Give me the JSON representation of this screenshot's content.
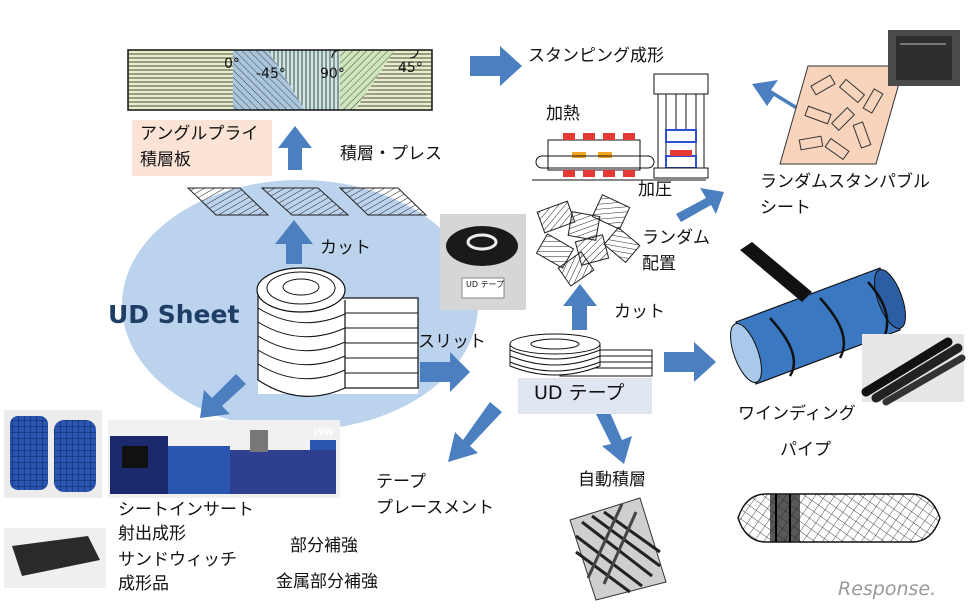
{
  "diagram": {
    "center": {
      "ud_sheet": "UD Sheet"
    },
    "angle_ply": {
      "angles": [
        "0°",
        "-45°",
        "90°",
        "45°"
      ],
      "label_line1": "アングルプライ",
      "label_line2": "積層板"
    },
    "steps": {
      "cut_1": "カット",
      "lamination_press": "積層・プレス",
      "slit": "スリット",
      "cut_2": "カット",
      "stamping": "スタンピング成形",
      "heating": "加熱",
      "pressing": "加圧",
      "random_line1": "ランダム",
      "random_line2": "配置",
      "random_stampable_line1": "ランダムスタンパブル",
      "random_stampable_line2": "シート"
    },
    "ud_tape": {
      "label": "UD テープ",
      "photo_caption": "UD テープ"
    },
    "winding": {
      "line1": "ワインディング",
      "line2": "パイプ"
    },
    "auto_lamination": "自動積層",
    "tape_placement": {
      "line1": "テープ",
      "line2": "プレースメント"
    },
    "sheet_insert": {
      "line1": "シートインサート",
      "line2": "射出成形",
      "line3": "サンドウィッチ",
      "line4": "成形品"
    },
    "partial_reinforcement": "部分補強",
    "metal_partial_reinforcement": "金属部分補強",
    "machine_brand": "JSW",
    "watermark": "Response."
  },
  "colors": {
    "arrow": "#4b7fc0",
    "ud_sheet_bg": "#bcd3ee",
    "ud_sheet_text": "#1f3e66",
    "angle_ply_bg": "#fbe3d6",
    "ud_tape_bg": "#dfe6f2",
    "pipe_blue": "#3a78c2",
    "layer_green": "#e9eec9",
    "layer_blue": "#aac6dd",
    "layer_teal": "#cfe8e5",
    "layer_lightgreen": "#cfe6bd",
    "random_sheet": "#f8d4bd"
  }
}
